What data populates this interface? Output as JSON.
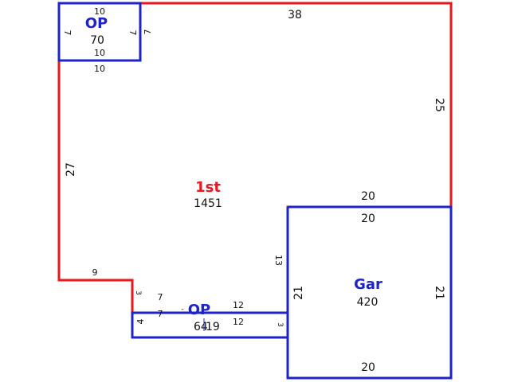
{
  "colors": {
    "living": "#e8181d",
    "porch": "#1f24c8",
    "text": "#111111"
  },
  "areas": {
    "first_floor": {
      "name": "1st",
      "sqft": "1451"
    },
    "garage": {
      "name": "Gar",
      "sqft": "420"
    },
    "porch_top": {
      "name": "OP",
      "sqft": "70"
    },
    "porch_bottom": {
      "name": "OP",
      "sqft": "64",
      "overlap_mark": "19"
    }
  },
  "dimensions": {
    "top": "38",
    "right_upper": "25",
    "left": "27",
    "step_width": "9",
    "step_drop": "3",
    "garage_top_outer": "20",
    "garage_top_inner": "20",
    "garage_bottom": "20",
    "garage_left_upper": "13",
    "garage_left": "21",
    "garage_right": "21",
    "porch_top_top": "10",
    "porch_top_bottom_inner": "10",
    "porch_top_bottom_outer": "10",
    "porch_top_left": "7",
    "porch_top_right_inner": "7",
    "porch_top_right_outer": "7",
    "porch_bottom_top_a": "7",
    "porch_bottom_top_b": "7",
    "porch_bottom_mid_a": "12",
    "porch_bottom_mid_b": "12",
    "porch_bottom_left": "4",
    "porch_bottom_right": "3",
    "porch_bottom_tick": "-"
  }
}
